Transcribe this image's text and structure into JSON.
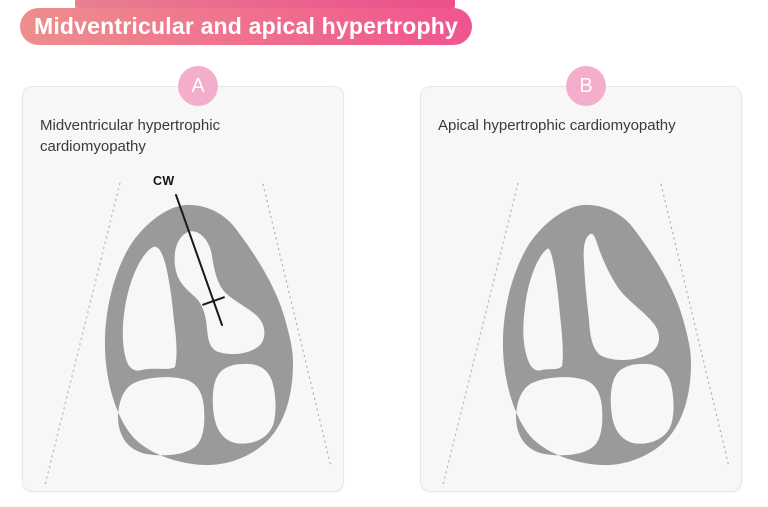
{
  "header": {
    "title": "Midventricular and apical hypertrophy"
  },
  "panels": [
    {
      "badge": "A",
      "title": "Midventricular hypertrophic cardiomyopathy",
      "annotation": "CW"
    },
    {
      "badge": "B",
      "title": "Apical hypertrophic cardiomyopathy"
    }
  ],
  "colors": {
    "banner_gradient_start": "#ee8e8d",
    "banner_gradient_end": "#f0548f",
    "ribbon_back": "#ea6f93",
    "badge_background": "#f4aecb",
    "badge_text": "#ffffff",
    "heart_fill": "#9a9a9a",
    "panel_background": "#f7f7f8",
    "sector_line": "#aeaeb2",
    "cw_line": "#1a1a1a"
  }
}
